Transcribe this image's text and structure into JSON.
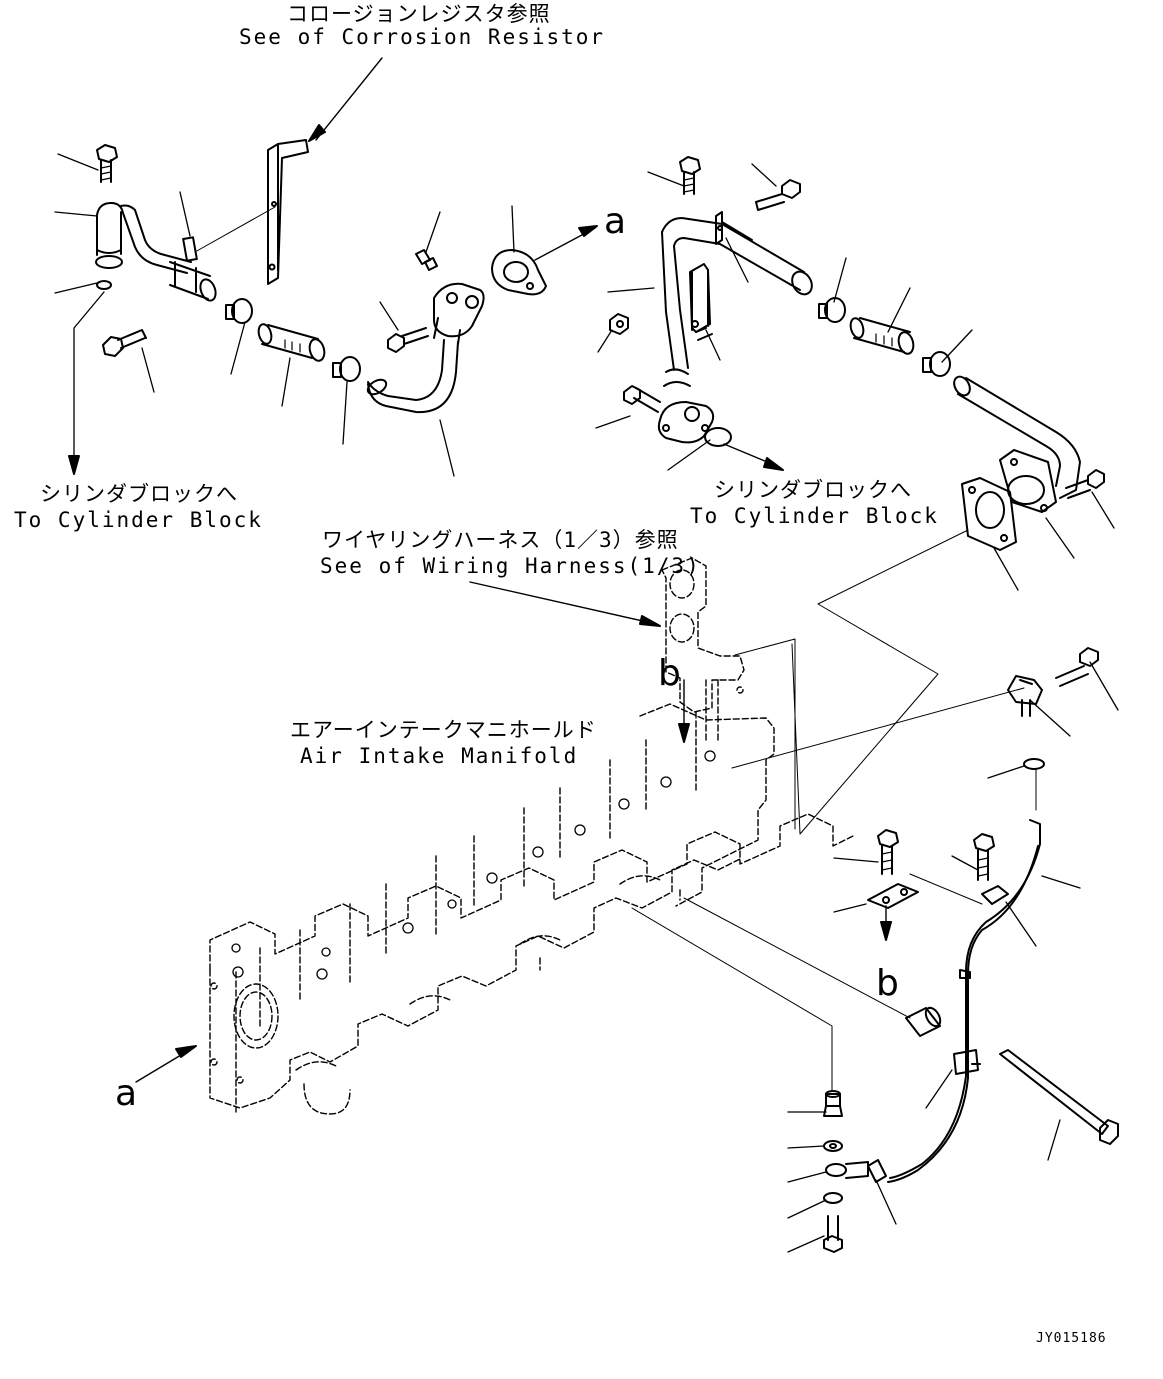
{
  "labels": {
    "corrosion_jp": "コロージョンレジスタ参照",
    "corrosion_en": "See of Corrosion Resistor",
    "cyl_left_jp": "シリンダブロックへ",
    "cyl_left_en": "To Cylinder Block",
    "cyl_right_jp": "シリンダブロックへ",
    "cyl_right_en": "To Cylinder Block",
    "wiring_jp": "ワイヤリングハーネス（1／3）参照",
    "wiring_en": "See of Wiring Harness(1/3)",
    "manifold_jp": "エアーインテークマニホールド",
    "manifold_en": "Air Intake Manifold",
    "ref_a_top": "a",
    "ref_a_bottom": "a",
    "ref_b_top": "b",
    "ref_b_bottom": "b",
    "drawing_code": "JY015186"
  },
  "style": {
    "line_color": "#000000",
    "background": "#ffffff"
  }
}
